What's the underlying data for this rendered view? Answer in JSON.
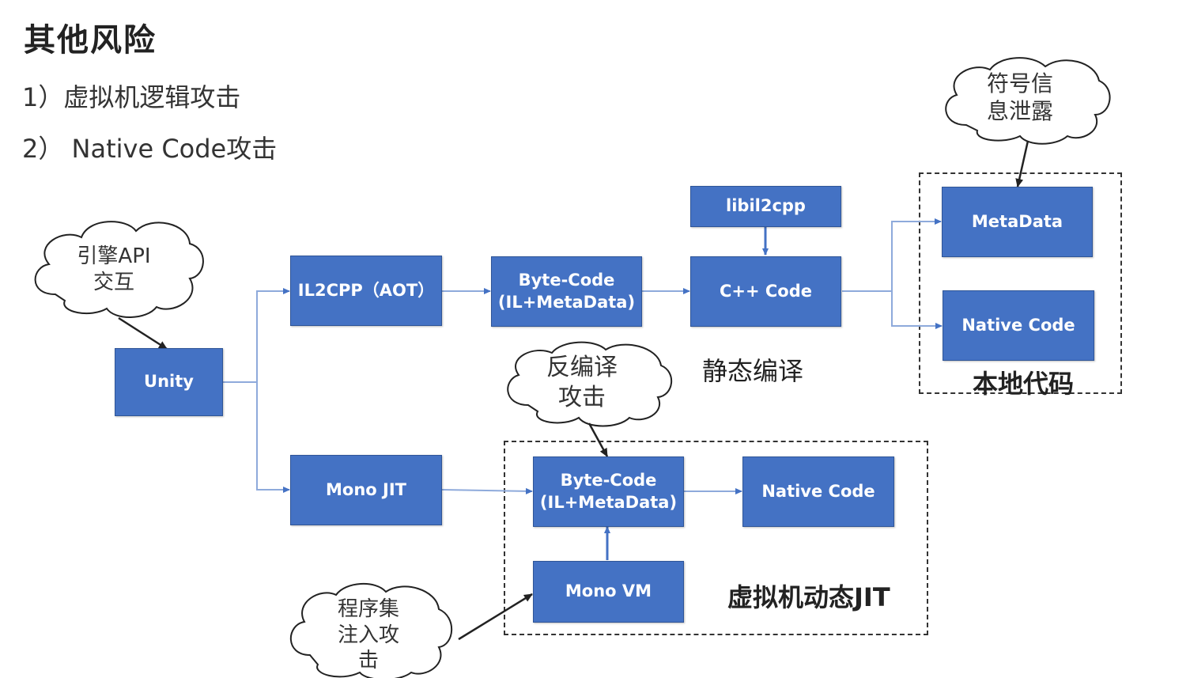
{
  "title": "其他风险",
  "bullets": [
    "1）虚拟机逻辑攻击",
    "2）  Native Code攻击"
  ],
  "boxes": {
    "unity": "Unity",
    "il2cpp": "IL2CPP（AOT）",
    "bytecode_top": "Byte-Code\n(IL+MetaData)",
    "libil2cpp": "libil2cpp",
    "cpp_code": "C++ Code",
    "metadata": "MetaData",
    "native_code_top": "Native Code",
    "mono_jit": "Mono JIT",
    "bytecode_bottom": "Byte-Code\n(IL+MetaData)",
    "native_code_bottom": "Native Code",
    "mono_vm": "Mono VM"
  },
  "labels": {
    "static_compile": "静态编译",
    "native_code_group": "本地代码",
    "vm_dynamic_jit": "虚拟机动态JIT"
  },
  "clouds": {
    "engine_api": "引擎API\n交互",
    "symbol_leak": "符号信\n息泄露",
    "decompile": "反编译\n攻击",
    "assembly_inject": "程序集\n注入攻\n击"
  },
  "colors": {
    "box_fill": "#4472c4",
    "connector": "#8eaadb",
    "arrow_dark": "#222222"
  }
}
